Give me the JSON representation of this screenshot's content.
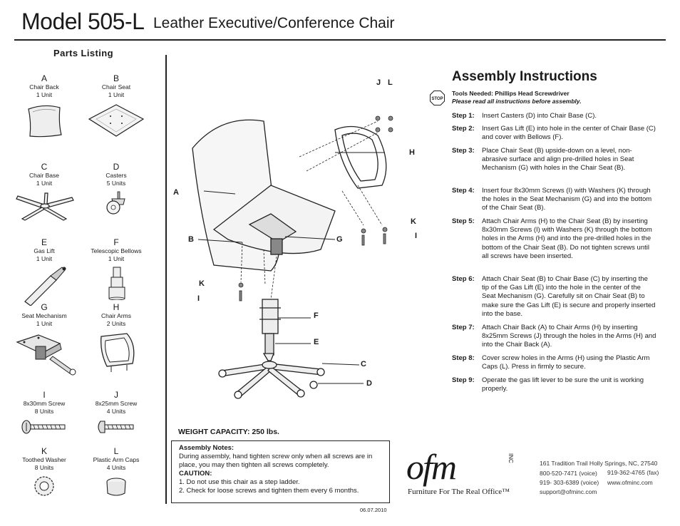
{
  "header": {
    "model": "Model 505-L",
    "subtitle": "Leather Executive/Conference Chair"
  },
  "parts": {
    "title": "Parts Listing",
    "items": [
      {
        "letter": "A",
        "name": "Chair Back",
        "qty": "1 Unit"
      },
      {
        "letter": "B",
        "name": "Chair Seat",
        "qty": "1 Unit"
      },
      {
        "letter": "C",
        "name": "Chair Base",
        "qty": "1 Unit"
      },
      {
        "letter": "D",
        "name": "Casters",
        "qty": "5 Units"
      },
      {
        "letter": "E",
        "name": "Gas Lift",
        "qty": "1 Unit"
      },
      {
        "letter": "F",
        "name": "Telescopic Bellows",
        "qty": "1 Unit"
      },
      {
        "letter": "G",
        "name": "Seat Mechanism",
        "qty": "1 Unit"
      },
      {
        "letter": "H",
        "name": "Chair Arms",
        "qty": "2 Units"
      },
      {
        "letter": "I",
        "name": "8x30mm Screw",
        "qty": "8 Units"
      },
      {
        "letter": "J",
        "name": "8x25mm Screw",
        "qty": "4 Units"
      },
      {
        "letter": "K",
        "name": "Toothed Washer",
        "qty": "8 Units"
      },
      {
        "letter": "L",
        "name": "Plastic Arm Caps",
        "qty": "4 Units"
      }
    ]
  },
  "diagram_labels": [
    "J",
    "L",
    "H",
    "A",
    "K",
    "I",
    "B",
    "G",
    "K",
    "I",
    "F",
    "E",
    "C",
    "D"
  ],
  "assembly": {
    "title": "Assembly Instructions",
    "stop_label": "STOP",
    "tools": "Tools Needed: Phillips Head Screwdriver",
    "read_note": "Please read all instructions before assembly.",
    "steps": [
      {
        "label": "Step 1:",
        "text": "Insert Casters (D) into Chair Base (C)."
      },
      {
        "label": "Step 2:",
        "text": "Insert Gas Lift (E) into hole in the center of Chair Base (C) and cover with Bellows (F)."
      },
      {
        "label": "Step 3:",
        "text": "Place Chair Seat (B) upside-down on a level, non-abrasive surface and align pre-drilled holes in Seat Mechanism (G) with holes in the Chair Seat (B)."
      },
      {
        "label": "Step 4:",
        "text": "Insert four 8x30mm Screws (I) with Washers (K) through the holes in the Seat Mechanism (G) and into the bottom of the Chair Seat (B)."
      },
      {
        "label": "Step 5:",
        "text": "Attach Chair Arms (H) to the Chair Seat (B) by inserting 8x30mm Screws (I) with Washers (K) through the bottom holes in the Arms (H) and into the pre-drilled holes in the bottom of the Chair Seat (B). Do not tighten screws until all screws have been inserted."
      },
      {
        "label": "Step 6:",
        "text": "Attach Chair Seat (B) to Chair Base (C) by inserting the tip of the Gas Lift (E) into the hole in the center of the Seat Mechanism (G). Carefully sit on Chair Seat (B) to make sure the Gas Lift (E) is secure and properly inserted into the base."
      },
      {
        "label": "Step 7:",
        "text": "Attach Chair Back (A) to Chair Arms (H) by inserting 8x25mm Screws (J) through the holes in the Arms (H) and into the Chair Back (A)."
      },
      {
        "label": "Step 8:",
        "text": "Cover screw holes in the Arms (H) using the Plastic Arm Caps (L). Press in firmly to secure."
      },
      {
        "label": "Step 9:",
        "text": "Operate the gas lift lever to be sure the unit is working properly."
      }
    ]
  },
  "weight_capacity": "WEIGHT CAPACITY: 250 lbs.",
  "notes": {
    "heading": "Assembly Notes:",
    "body": "During assembly, hand tighten screw only when all screws are in place, you may then tighten all screws completely.",
    "caution_heading": "CAUTION:",
    "caution_1": "1. Do not use this chair as a step ladder.",
    "caution_2": "2. Check for loose screws and tighten them every 6 months."
  },
  "date": "06.07.2010",
  "company": {
    "logo": "ofm",
    "logo_suffix": "INC",
    "tagline": "Furniture For The Real Office™",
    "address": "161 Tradition Trail  Holly Springs, NC, 27540",
    "phone_voice_1": "800-520-7471 (voice)",
    "fax": "919-362-4765 (fax)",
    "phone_voice_2": "919- 303-6389 (voice)",
    "website": "www.ofminc.com",
    "email": "support@ofminc.com"
  }
}
